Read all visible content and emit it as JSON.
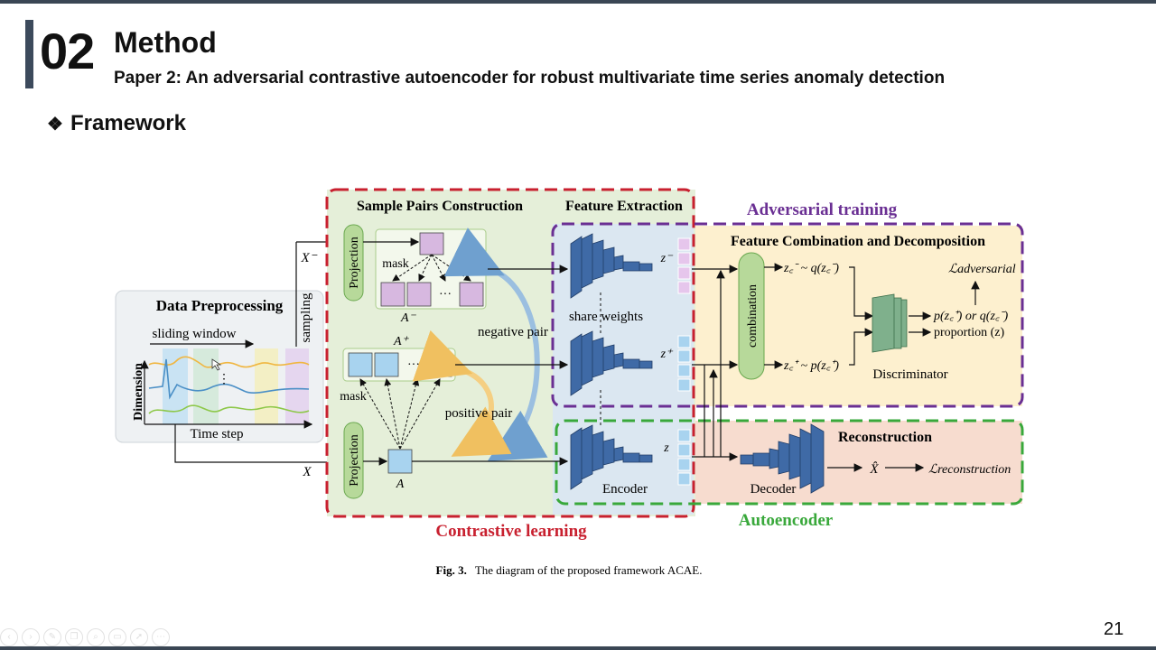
{
  "header": {
    "section_number": "02",
    "section_title": "Method",
    "subtitle": "Paper 2: An adversarial contrastive autoencoder for robust multivariate time series anomaly detection"
  },
  "bullet": {
    "symbol": "❖",
    "text": "Framework"
  },
  "page_number": "21",
  "toolbar": {
    "icons": [
      "prev-icon",
      "next-icon",
      "pen-icon",
      "copy-icon",
      "zoom-icon",
      "screen-icon",
      "pointer-icon",
      "more-icon"
    ]
  },
  "diagram": {
    "data_preprocessing": {
      "title": "Data Preprocessing",
      "sliding_window": "sliding window",
      "dimension": "Dimension",
      "time_step": "Time step",
      "sampling": "sampling"
    },
    "sample_pairs": {
      "title": "Sample Pairs Construction",
      "projection": "Projection",
      "mask": "mask",
      "a_minus": "A⁻",
      "a_plus": "A⁺",
      "a": "A",
      "ellipsis": "···",
      "x_minus": "X⁻",
      "x": "X",
      "negative_pair": "negative pair",
      "positive_pair": "positive pair"
    },
    "feature_extraction": {
      "title": "Feature Extraction",
      "share_weights": "share weights",
      "encoder": "Encoder",
      "z_minus": "z⁻",
      "z_plus": "z⁺",
      "z": "z"
    },
    "adversarial": {
      "title": "Adversarial training",
      "box_title": "Feature Combination and Decomposition",
      "combination": "combination",
      "zc_minus": "z꜀⁻ ~ q(z꜀⁻)",
      "zc_plus": "z꜀⁺ ~ p(z꜀⁺)",
      "discriminator": "Discriminator",
      "output": "p(z꜀⁺) or q(z꜀⁻)",
      "proportion": "proportion (z)",
      "loss": "ℒadversarial"
    },
    "autoencoder": {
      "title": "Autoencoder",
      "reconstruction": "Reconstruction",
      "decoder": "Decoder",
      "x_hat": "X̂",
      "loss": "ℒreconstruction"
    },
    "contrastive_label": "Contrastive learning",
    "caption_bold": "Fig. 3.",
    "caption_text": "The diagram of the proposed framework ACAE."
  },
  "colors": {
    "red": "#c8202f",
    "purple": "#6a2f93",
    "green": "#39a83b",
    "blue_block": "#3f6aa6",
    "light_blue": "#a8d3ef"
  }
}
